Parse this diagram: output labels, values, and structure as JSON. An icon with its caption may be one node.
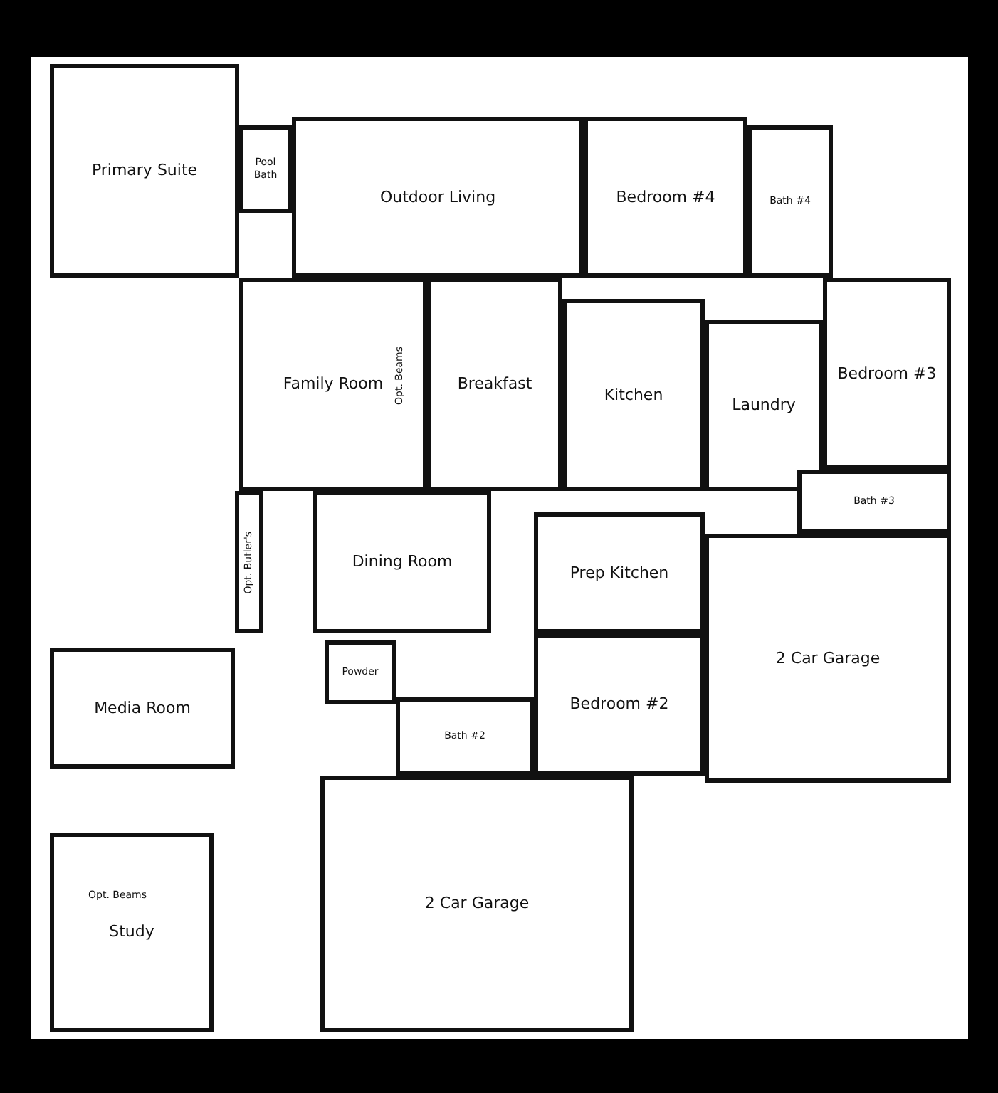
{
  "diagram": {
    "nodes": [
      {
        "text": [
          "Primary Suite"
        ]
      },
      {
        "text": [
          "Pool Bath"
        ]
      },
      {
        "text": [
          "Outdoor Living"
        ]
      },
      {
        "text": [
          "Bedroom #4"
        ]
      },
      {
        "text": [
          "Bath #4"
        ]
      },
      {
        "text": [
          "Family Room"
        ]
      },
      {
        "text": [
          "Breakfast"
        ]
      },
      {
        "text": [
          "Kitchen"
        ]
      },
      {
        "text": [
          "Laundry"
        ]
      },
      {
        "text": [
          "Bedroom #3"
        ]
      },
      {
        "text": [
          "Bath #3"
        ]
      },
      {
        "text": [
          "Opt. Butler's"
        ]
      },
      {
        "text": [
          "Dining Room"
        ]
      },
      {
        "text": [
          "Prep Kitchen"
        ]
      },
      {
        "text": [
          "2 Car Garage"
        ]
      },
      {
        "text": [
          "Media Room"
        ]
      },
      {
        "text": [
          "Powder"
        ]
      },
      {
        "text": [
          "Bath #2"
        ]
      },
      {
        "text": [
          "Bedroom #2"
        ]
      },
      {
        "text": [
          "2 Car Garage"
        ]
      },
      {
        "text": [
          "Study"
        ]
      }
    ],
    "labels": [
      "Opt. Beams",
      "Opt. Beams"
    ]
  }
}
